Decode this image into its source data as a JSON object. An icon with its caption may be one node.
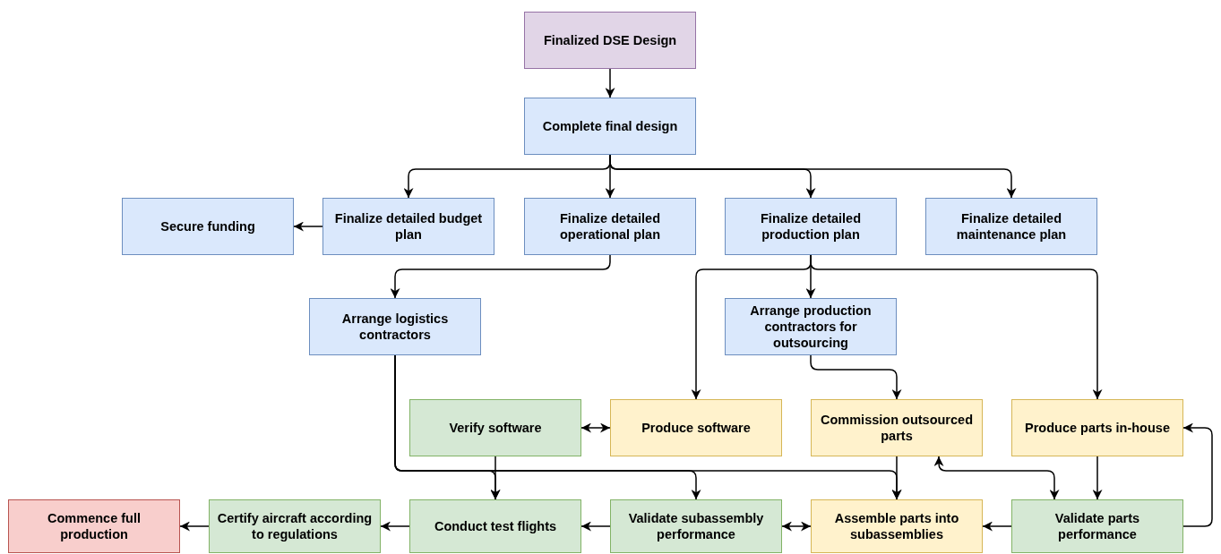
{
  "diagram": {
    "nodes": [
      {
        "text": [
          "Finalized DSE Design"
        ]
      },
      {
        "text": [
          "Complete final design"
        ]
      },
      {
        "text": [
          "Secure funding"
        ]
      },
      {
        "text": [
          "Finalize detailed budget plan"
        ]
      },
      {
        "text": [
          "Finalize detailed operational plan"
        ]
      },
      {
        "text": [
          "Finalize detailed production plan"
        ]
      },
      {
        "text": [
          "Finalize detailed maintenance plan"
        ]
      },
      {
        "text": [
          "Arrange logistics contractors"
        ]
      },
      {
        "text": [
          "Arrange production contractors for outsourcing"
        ]
      },
      {
        "text": [
          "Verify software"
        ]
      },
      {
        "text": [
          "Produce software"
        ]
      },
      {
        "text": [
          "Commission outsourced parts"
        ]
      },
      {
        "text": [
          "Produce parts in-house"
        ]
      },
      {
        "text": [
          "Commence full production"
        ]
      },
      {
        "text": [
          "Certify aircraft according to regulations"
        ]
      },
      {
        "text": [
          "Conduct test flights"
        ]
      },
      {
        "text": [
          "Validate subassembly performance"
        ]
      },
      {
        "text": [
          "Assemble parts into subassemblies"
        ]
      },
      {
        "text": [
          "Validate parts performance"
        ]
      }
    ],
    "edges": [
      {
        "from": 0,
        "to": 1,
        "arrow": "to"
      },
      {
        "from": 1,
        "to": 3,
        "arrow": "to"
      },
      {
        "from": 1,
        "to": 4,
        "arrow": "to"
      },
      {
        "from": 1,
        "to": 5,
        "arrow": "to"
      },
      {
        "from": 1,
        "to": 6,
        "arrow": "to"
      },
      {
        "from": 3,
        "to": 2,
        "arrow": "to"
      },
      {
        "from": 4,
        "to": 7,
        "arrow": "to"
      },
      {
        "from": 5,
        "to": 10,
        "arrow": "to"
      },
      {
        "from": 5,
        "to": 8,
        "arrow": "to"
      },
      {
        "from": 5,
        "to": 12,
        "arrow": "to"
      },
      {
        "from": 8,
        "to": 11,
        "arrow": "to"
      },
      {
        "from": 9,
        "to": 10,
        "arrow": "both"
      },
      {
        "from": 7,
        "to": 15,
        "arrow": "to"
      },
      {
        "from": 7,
        "to": 16,
        "arrow": "to"
      },
      {
        "from": 7,
        "to": 17,
        "arrow": "to"
      },
      {
        "from": 9,
        "to": 15,
        "arrow": "to"
      },
      {
        "from": 11,
        "to": 17,
        "arrow": "to"
      },
      {
        "from": 18,
        "to": 11,
        "arrow": "both"
      },
      {
        "from": 12,
        "to": 18,
        "arrow": "to"
      },
      {
        "from": 18,
        "to": 17,
        "arrow": "to"
      },
      {
        "from": 18,
        "to": 12,
        "arrow": "to"
      },
      {
        "from": 17,
        "to": 16,
        "arrow": "both"
      },
      {
        "from": 16,
        "to": 15,
        "arrow": "to"
      },
      {
        "from": 15,
        "to": 14,
        "arrow": "to"
      },
      {
        "from": 14,
        "to": 13,
        "arrow": "to"
      }
    ]
  }
}
